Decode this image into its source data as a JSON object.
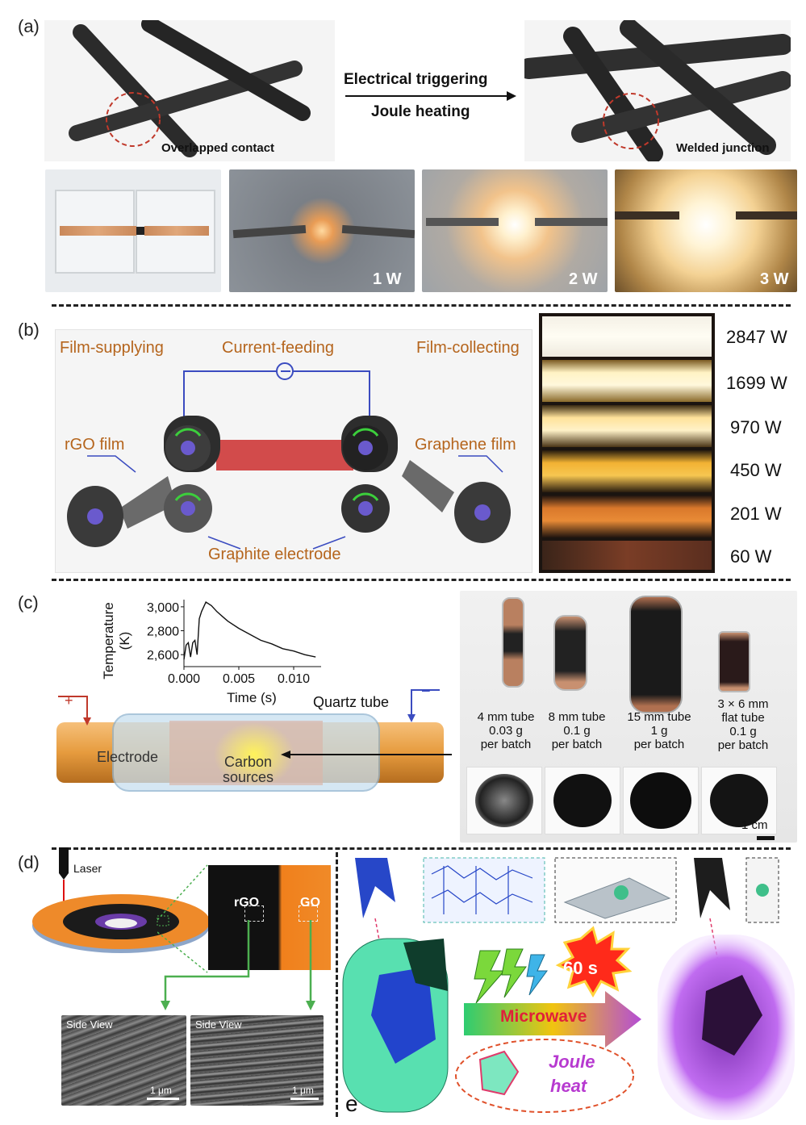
{
  "panel_a": {
    "label": "(a)",
    "arrow_top": "Electrical triggering",
    "arrow_bottom": "Joule heating",
    "left_caption": "Overlapped contact",
    "right_caption": "Welded junction",
    "photo_labels": [
      "1 W",
      "2 W",
      "3 W"
    ]
  },
  "panel_b": {
    "label": "(b)",
    "film_supplying": "Film-supplying",
    "current_feeding": "Current-feeding",
    "film_collecting": "Film-collecting",
    "rgo_film": "rGO film",
    "graphene_film": "Graphene film",
    "graphite_electrode": "Graphite electrode",
    "power_levels": [
      "2847 W",
      "1699 W",
      "970 W",
      "450 W",
      "201 W",
      "60 W"
    ]
  },
  "panel_c": {
    "label": "(c)",
    "plus": "+",
    "minus": "−",
    "quartz_tube": "Quartz tube",
    "electrode": "Electrode",
    "carbon_sources_1": "Carbon",
    "carbon_sources_2": "sources",
    "scale_bar": "1 cm",
    "tubes": [
      {
        "l1": "4 mm tube",
        "l2": "0.03 g",
        "l3": "per batch"
      },
      {
        "l1": "8 mm tube",
        "l2": "0.1 g",
        "l3": "per batch"
      },
      {
        "l1": "15 mm tube",
        "l2": "1 g",
        "l3": "per batch"
      },
      {
        "l1": "3 × 6 mm",
        "l2": "flat tube",
        "l3": "0.1 g",
        "l4": "per batch"
      }
    ]
  },
  "chart_data": {
    "type": "line",
    "xlabel": "Time (s)",
    "ylabel_1": "Temperature",
    "ylabel_2": "(K)",
    "x_ticks": [
      "0.000",
      "0.005",
      "0.010"
    ],
    "y_ticks": [
      "3,000",
      "2,800",
      "2,600"
    ],
    "xlim": [
      0,
      0.0125
    ],
    "ylim": [
      2500,
      3060
    ],
    "x": [
      0.0,
      0.0002,
      0.0004,
      0.0006,
      0.0008,
      0.001,
      0.0012,
      0.0014,
      0.0016,
      0.0018,
      0.002,
      0.0025,
      0.003,
      0.0035,
      0.004,
      0.005,
      0.006,
      0.007,
      0.008,
      0.009,
      0.01,
      0.011,
      0.012
    ],
    "y": [
      2560,
      2680,
      2700,
      2580,
      2700,
      2720,
      2600,
      2900,
      2960,
      3000,
      3040,
      3010,
      2960,
      2920,
      2880,
      2820,
      2770,
      2720,
      2690,
      2650,
      2630,
      2600,
      2580
    ]
  },
  "panel_d": {
    "label": "(d)",
    "laser": "Laser",
    "rgo": "rGO",
    "go": "GO",
    "side_view_1": "Side View",
    "side_view_2": "Side View",
    "scale_1": "1 μm",
    "scale_2": "1 μm"
  },
  "panel_e": {
    "label": "e",
    "time": "60 s",
    "microwave": "Microwave",
    "joule_1": "Joule",
    "joule_2": "heat"
  }
}
